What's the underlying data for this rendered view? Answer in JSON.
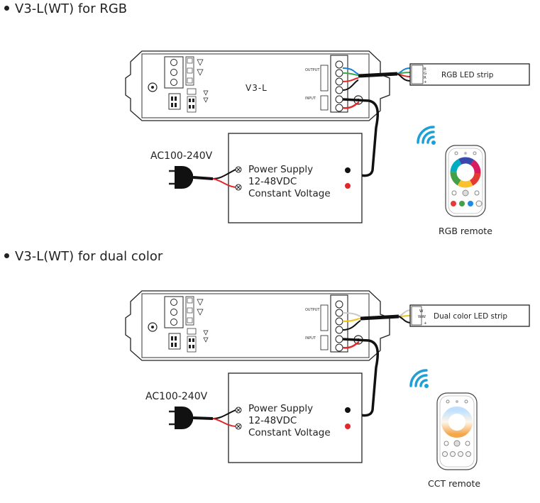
{
  "sections": [
    {
      "heading": "V3-L(WT) for RGB",
      "controller_label": "V3-L",
      "ac_label": "AC100-240V",
      "power_supply_lines": [
        "Power Supply",
        "12-48VDC",
        "Constant Voltage"
      ],
      "strip_label": "RGB LED strip",
      "strip_pins": [
        "B",
        "G",
        "R",
        "+"
      ],
      "remote_label": "RGB remote",
      "wire_colors": [
        "#1a7fd6",
        "#3aa84a",
        "#e0282a",
        "#111111"
      ]
    },
    {
      "heading": "V3-L(WT) for dual color",
      "controller_label": "",
      "ac_label": "AC100-240V",
      "power_supply_lines": [
        "Power Supply",
        "12-48VDC",
        "Constant Voltage"
      ],
      "strip_label": "Dual color LED strip",
      "strip_pins": [
        "W",
        "WW",
        "+"
      ],
      "remote_label": "CCT remote",
      "wire_colors": [
        "#c9c9c9",
        "#f0c419",
        "#111111"
      ]
    }
  ],
  "colors": {
    "line": "#222222",
    "red_wire": "#e0282a",
    "black_wire": "#111111",
    "wifi_blue": "#1e9fd8"
  },
  "icons": [
    "wifi-signal-icon",
    "power-plug-icon",
    "mounting-hole-icon",
    "rgb-color-wheel-icon",
    "cct-color-wheel-icon"
  ]
}
